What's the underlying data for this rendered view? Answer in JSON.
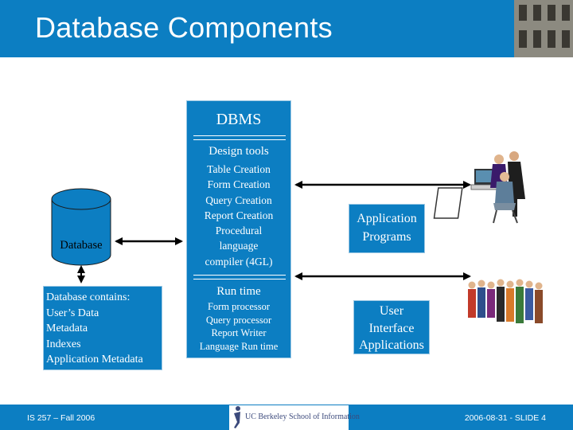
{
  "slide": {
    "title": "Database Components",
    "footer_left": "IS 257 – Fall 2006",
    "footer_right": "2006-08-31 - SLIDE 4",
    "logo_text": "UC Berkeley School of Information"
  },
  "dbms": {
    "title": "DBMS",
    "design_tools": {
      "heading": "Design tools",
      "items": [
        "Table Creation",
        "Form Creation",
        "Query Creation",
        "Report Creation",
        "Procedural",
        "language",
        "compiler (4GL)"
      ]
    },
    "run_time": {
      "heading": "Run time",
      "items": [
        "Form processor",
        "Query processor",
        "Report Writer",
        "Language Run time"
      ]
    }
  },
  "database": {
    "label": "Database"
  },
  "contains": {
    "heading": "Database contains:",
    "items": [
      "User’s Data",
      "Metadata",
      "Indexes",
      "Application Metadata"
    ]
  },
  "app_programs": {
    "line1": "Application",
    "line2": "Programs"
  },
  "ui_apps": {
    "line1": "User",
    "line2": "Interface",
    "line3": "Applications"
  },
  "colors": {
    "brand_blue": "#0c7ec2",
    "text_white": "#ffffff"
  },
  "icons": [
    "building-photo",
    "computer-users-clipart",
    "group-of-people-clipart",
    "berkeley-logo"
  ]
}
